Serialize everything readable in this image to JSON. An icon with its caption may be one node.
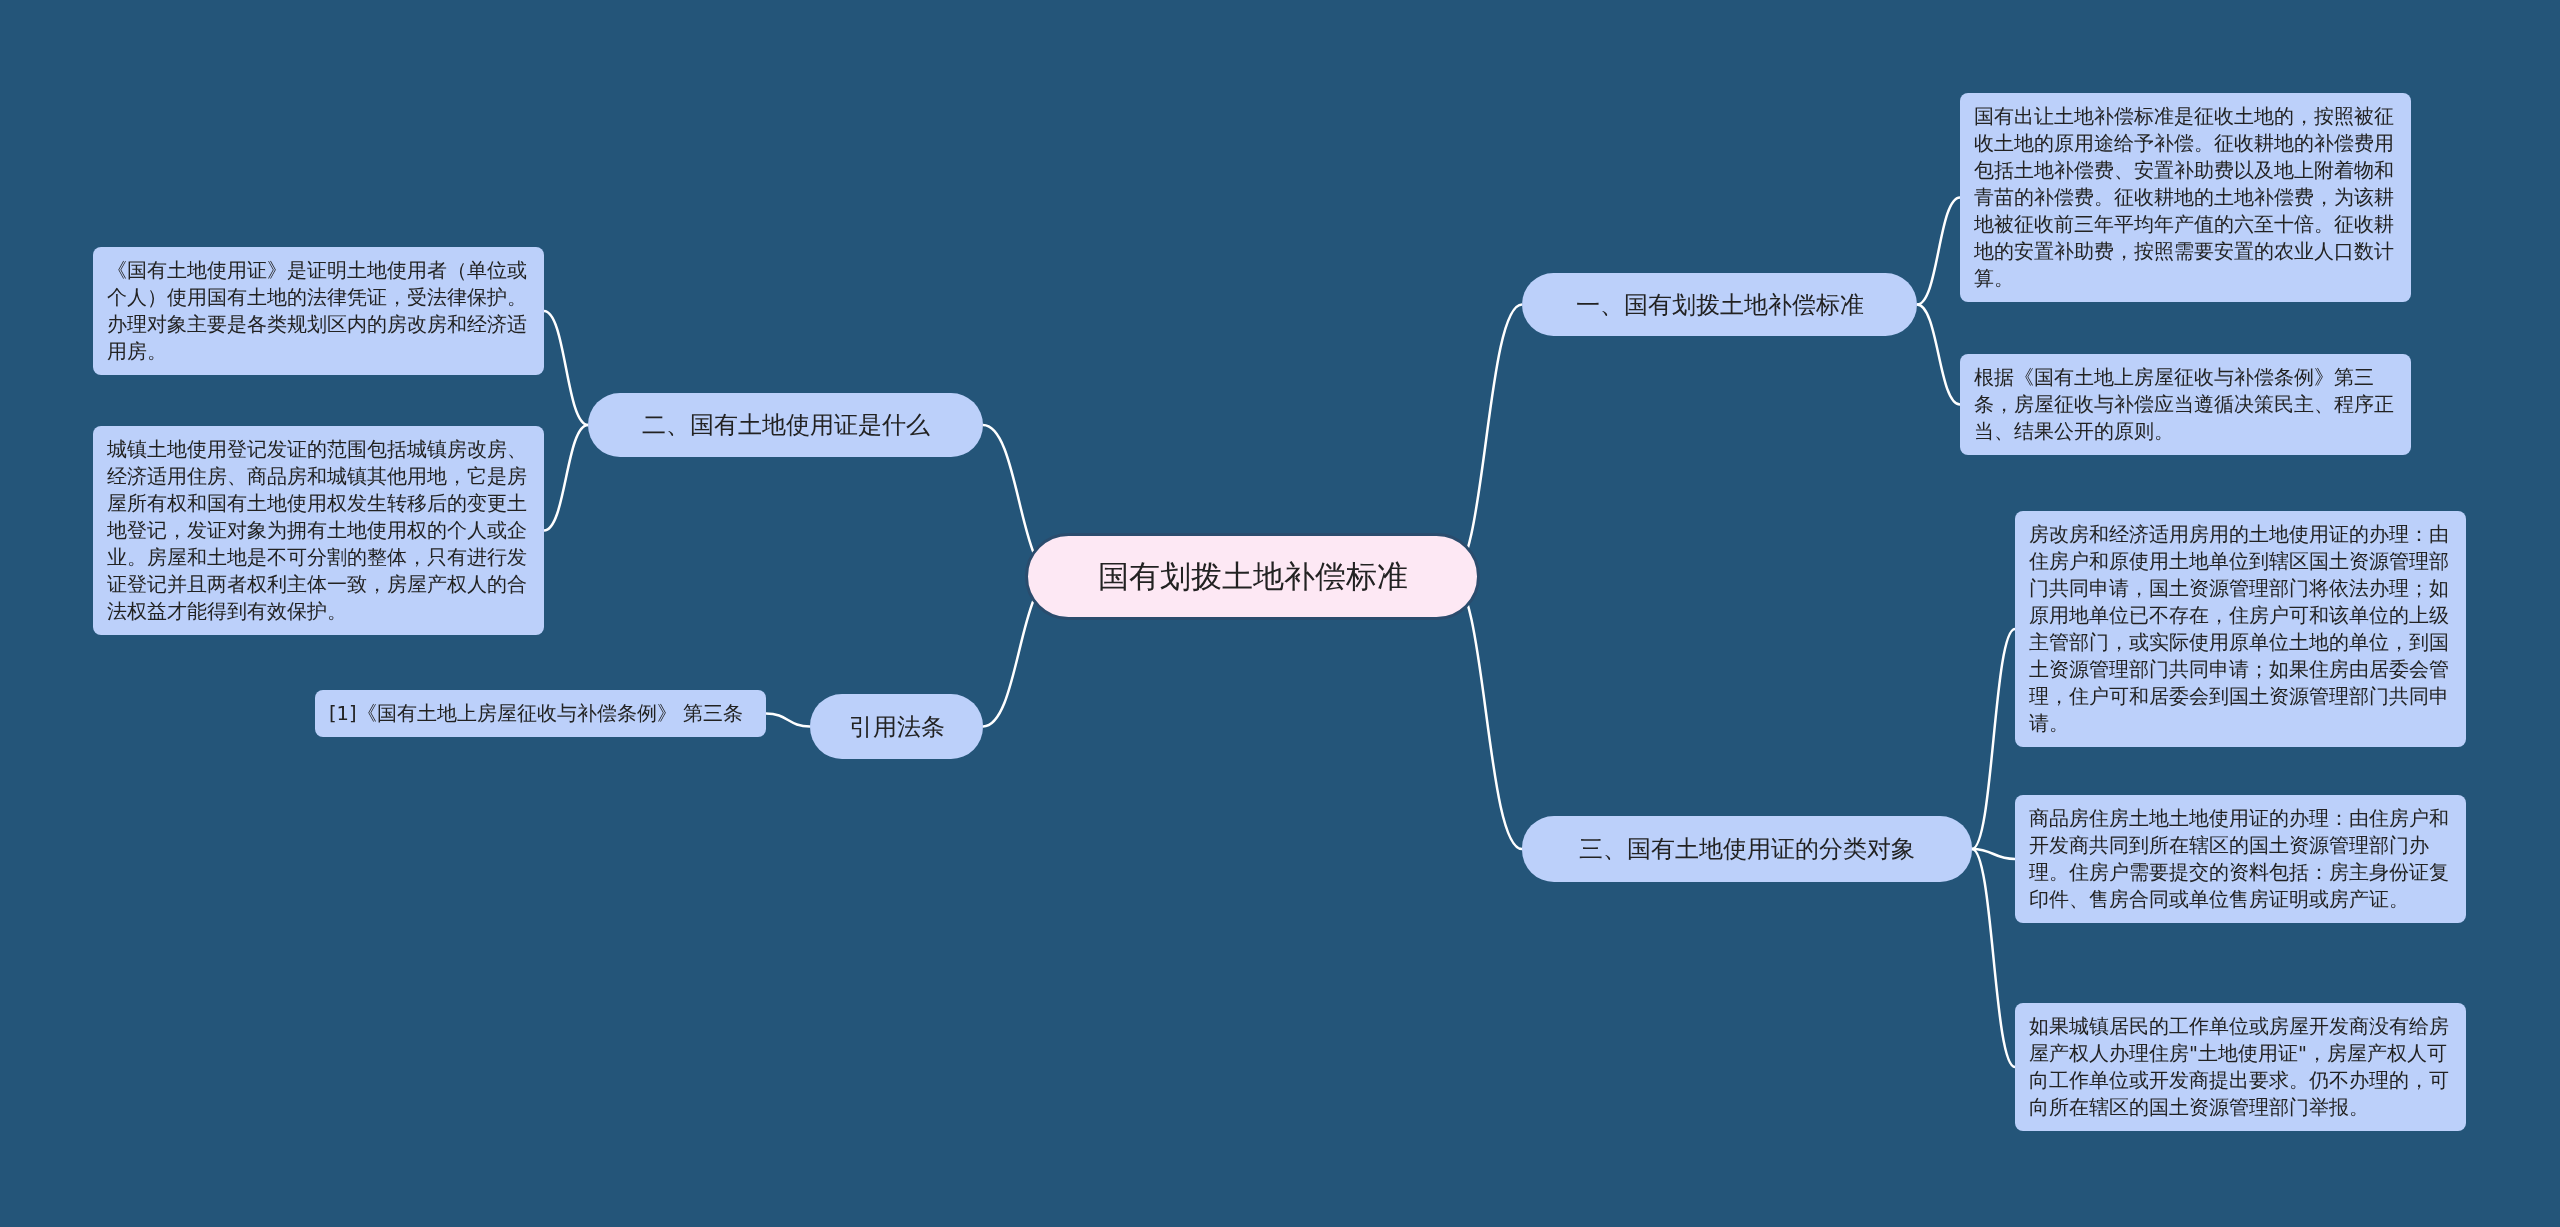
{
  "diagram": {
    "nodes": [
      {
        "text": [
          "国有划拨土地补偿标准"
        ]
      },
      {
        "text": [
          "一、国有划拨土地补偿标准"
        ]
      },
      {
        "text": [
          "国有出让土地补偿标准是征收土地的，按照被征收土地的原用途给予补偿。征收耕地的补偿费用包括土地补偿费、安置补助费以及地上附着物和青苗的补偿费。征收耕地的土地补偿费，为该耕地被征收前三年平均年产值的六至十倍。征收耕地的安置补助费，按照需要安置的农业人口数计算。"
        ]
      },
      {
        "text": [
          "根据《国有土地上房屋征收与补偿条例》第三条，房屋征收与补偿应当遵循决策民主、程序正当、结果公开的原则。"
        ]
      },
      {
        "text": [
          "二、国有土地使用证是什么"
        ]
      },
      {
        "text": [
          "《国有土地使用证》是证明土地使用者（单位或个人）使用国有土地的法律凭证，受法律保护。办理对象主要是各类规划区内的房改房和经济适用房。"
        ]
      },
      {
        "text": [
          "城镇土地使用登记发证的范围包括城镇房改房、经济适用住房、商品房和城镇其他用地，它是房屋所有权和国有土地使用权发生转移后的变更土地登记，发证对象为拥有土地使用权的个人或企业。房屋和土地是不可分割的整体，只有进行发证登记并且两者权利主体一致，房屋产权人的合法权益才能得到有效保护。"
        ]
      },
      {
        "text": [
          "引用法条"
        ]
      },
      {
        "text": [
          "[1]《国有土地上房屋征收与补偿条例》 第三条"
        ]
      },
      {
        "text": [
          "三、国有土地使用证的分类对象"
        ]
      },
      {
        "text": [
          "房改房和经济适用房用的土地使用证的办理：由住房户和原使用土地单位到辖区国土资源管理部门共同申请，国土资源管理部门将依法办理；如原用地单位已不存在，住房户可和该单位的上级主管部门，或实际使用原单位土地的单位，到国土资源管理部门共同申请；如果住房由居委会管理，住户可和居委会到国土资源管理部门共同申请。"
        ]
      },
      {
        "text": [
          "商品房住房土地土地使用证的办理：由住房户和开发商共同到所在辖区的国土资源管理部门办理。住房户需要提交的资料包括：房主身份证复印件、售房合同或单位售房证明或房产证。"
        ]
      },
      {
        "text": [
          "如果城镇居民的工作单位或房屋开发商没有给房屋产权人办理住房\"土地使用证\"，房屋产权人可向工作单位或开发商提出要求。仍不办理的，可向所在辖区的国土资源管理部门举报。"
        ]
      }
    ],
    "edges": [
      {
        "from": 0,
        "to": 1,
        "arrow": "none"
      },
      {
        "from": 1,
        "to": 2,
        "arrow": "none"
      },
      {
        "from": 1,
        "to": 3,
        "arrow": "none"
      },
      {
        "from": 0,
        "to": 4,
        "arrow": "none"
      },
      {
        "from": 4,
        "to": 5,
        "arrow": "none"
      },
      {
        "from": 4,
        "to": 6,
        "arrow": "none"
      },
      {
        "from": 0,
        "to": 7,
        "arrow": "none"
      },
      {
        "from": 7,
        "to": 8,
        "arrow": "none"
      },
      {
        "from": 0,
        "to": 9,
        "arrow": "none"
      },
      {
        "from": 9,
        "to": 10,
        "arrow": "none"
      },
      {
        "from": 9,
        "to": 11,
        "arrow": "none"
      },
      {
        "from": 9,
        "to": 12,
        "arrow": "none"
      }
    ]
  }
}
